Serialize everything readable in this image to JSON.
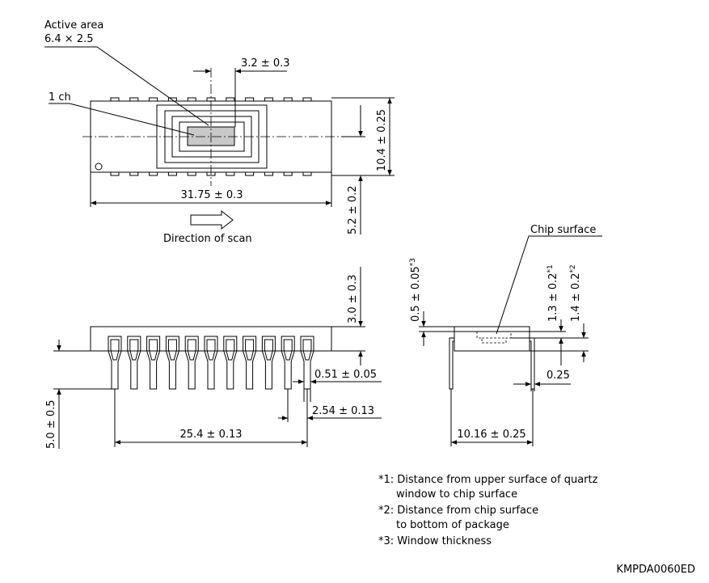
{
  "labels": {
    "active_area_title": "Active area",
    "active_area_size": "6.4 × 2.5",
    "dim_3_2": "3.2 ± 0.3",
    "one_ch": "1 ch",
    "dim_10_4": "10.4 ± 0.25",
    "dim_31_75": "31.75 ± 0.3",
    "dim_5_2": "5.2 ± 0.2",
    "direction": "Direction of scan",
    "chip_surface": "Chip surface",
    "dim_3_0": "3.0 ± 0.3",
    "dim_0_5": "0.5 ± 0.05",
    "sup_3": "*3",
    "dim_1_3": "1.3 ± 0.2",
    "sup_1": "*1",
    "dim_1_4": "1.4 ± 0.2",
    "sup_2": "*2",
    "dim_0_51": "0.51 ± 0.05",
    "dim_0_25": "0.25",
    "dim_5_0": "5.0 ± 0.5",
    "dim_2_54": "2.54 ± 0.13",
    "dim_25_4": "25.4 ± 0.13",
    "dim_10_16": "10.16 ± 0.25"
  },
  "notes": [
    "*1: Distance from upper surface of quartz",
    "window to chip surface",
    "*2: Distance from chip surface",
    "to bottom of package",
    "*3: Window thickness"
  ],
  "drawing_code": "KMPDA0060ED"
}
